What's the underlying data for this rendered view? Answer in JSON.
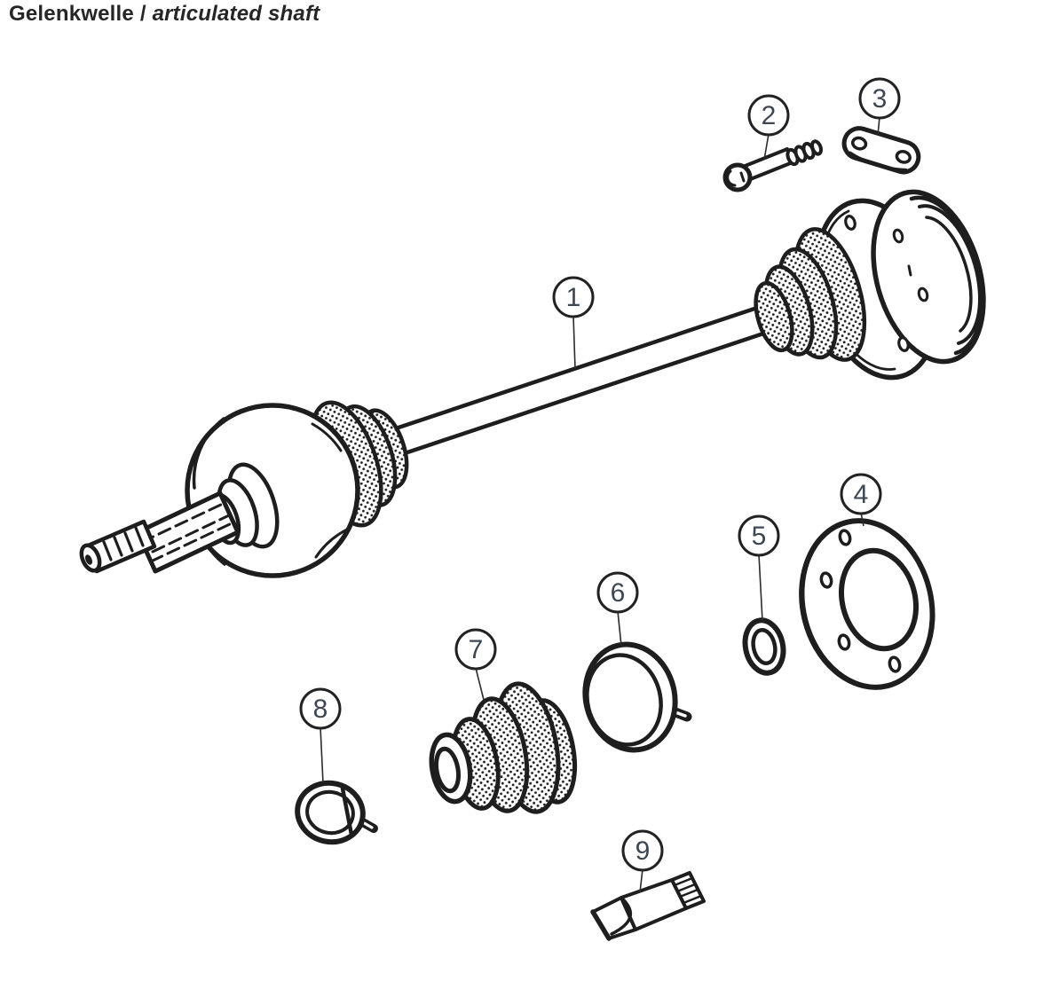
{
  "title": {
    "german": "Gelenkwelle",
    "separator": " / ",
    "english": "articulated shaft"
  },
  "callouts": [
    "1",
    "2",
    "3",
    "4",
    "5",
    "6",
    "7",
    "8",
    "9"
  ],
  "colors": {
    "line": "#1e1e1e",
    "callout_number": "#3d4754",
    "background": "#ffffff"
  }
}
